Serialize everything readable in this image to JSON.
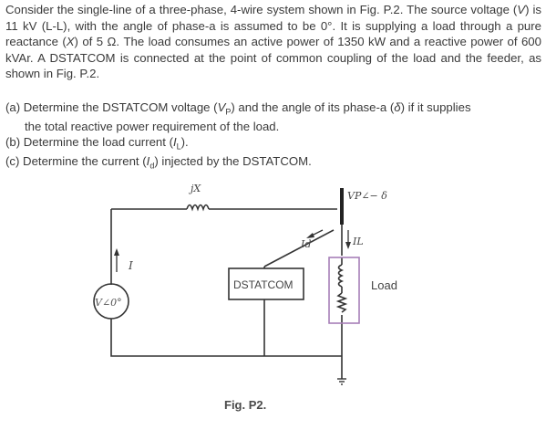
{
  "problem": {
    "p1": "Consider the single-line of a three-phase, 4-wire system shown in Fig. P.2. The source voltage (",
    "v": "V",
    "p2": ") is 11 kV (L-L), with the angle of phase-a is assumed to be 0°. It is supplying a load through a pure reactance (",
    "x": "X",
    "p3": ") of 5 Ω. The load consumes an active power of 1350 kW and a reactive power of 600 kVAr. A DSTATCOM is connected at the point of common coupling of the load and the feeder, as shown in Fig. P.2."
  },
  "parts": {
    "a1": "(a) Determine the DSTATCOM voltage (",
    "a_sym": "V",
    "a_sub": "P",
    "a2": ") and the angle of its phase-a (",
    "a_delta": "δ",
    "a3": ") if it supplies",
    "a4": "the total reactive power requirement of the load.",
    "b1": "(b) Determine the load current (",
    "b_sym": "I",
    "b_sub": "L",
    "b2": ").",
    "c1": "(c) Determine the current (",
    "c_sym": "I",
    "c_sub": "d",
    "c2": ") injected by the DSTATCOM."
  },
  "circuit": {
    "reactance_label": "jX",
    "bus_voltage_label": "VP∠− δ",
    "source_current_label": "I",
    "source_label": "V∠0°",
    "dstatcom_current_label": "Id",
    "load_current_label": "IL",
    "dstatcom_box_label": "DSTATCOM",
    "load_box_label": "Load"
  },
  "figure_caption": "Fig. P2."
}
